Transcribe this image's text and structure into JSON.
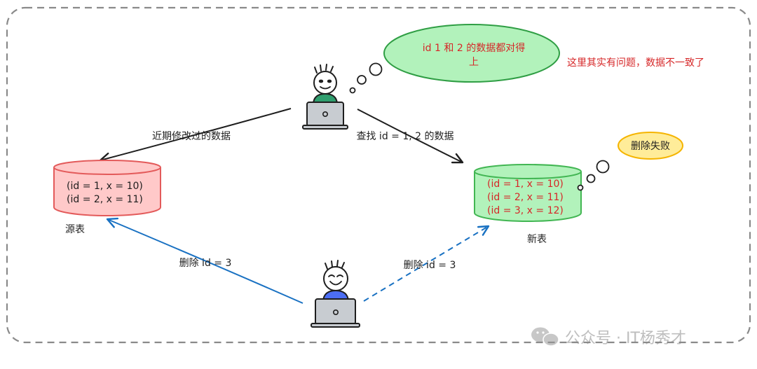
{
  "colors": {
    "red_text": "#d62728",
    "source_fill": "#ffc9c9",
    "source_stroke": "#e35a5a",
    "target_fill": "#b2f2bb",
    "target_stroke": "#42b653",
    "bubble_top_fill": "#b2f2bb",
    "bubble_top_stroke": "#2f9e44",
    "bubble_fail_fill": "#ffec99",
    "bubble_fail_stroke": "#f5b400",
    "arrow_dark": "#1e1e1e",
    "arrow_blue": "#1971c2"
  },
  "query_user": {
    "label_left": "近期修改过的数据",
    "label_right": "查找 id = 1, 2 的数据"
  },
  "thought_top": {
    "line1": "id 1 和 2 的数据都对得",
    "line2": "上"
  },
  "note_red": "这里其实有问题，数据不一致了",
  "fail_bubble": "删除失败",
  "source_table": {
    "name": "源表",
    "rows": [
      "(id = 1, x = 10)",
      "(id = 2, x = 11)"
    ]
  },
  "target_table": {
    "name": "新表",
    "rows": [
      "(id = 1, x = 10)",
      "(id = 2, x = 11)",
      "(id = 3, x = 12)"
    ]
  },
  "delete_user": {
    "label_left": "删除 id = 3",
    "label_right": "删除 id = 3"
  },
  "watermark": "公众号 · IT杨秀才"
}
